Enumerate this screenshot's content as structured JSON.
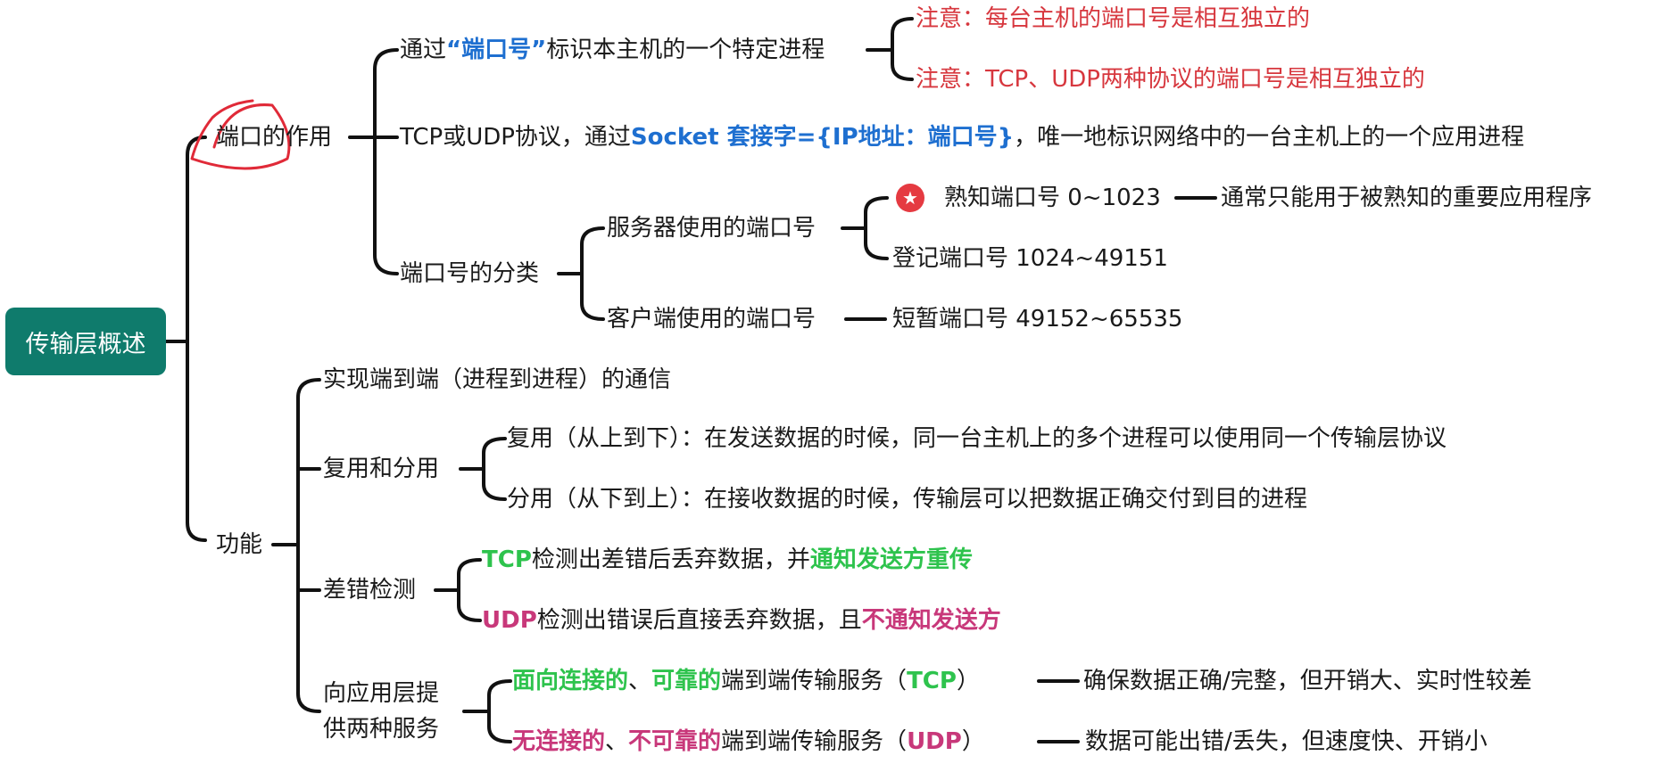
{
  "root": "传输层概述",
  "port": {
    "label": "端口的作用",
    "n1": {
      "pre": "通过",
      "q1": "“",
      "hl": "端口号",
      "q2": "”",
      "post": "标识本主机的一个特定进程",
      "note1": "注意：每台主机的端口号是相互独立的",
      "note2": "注意：TCP、UDP两种协议的端口号是相互独立的"
    },
    "n2": {
      "pre": "TCP或UDP协议，通过",
      "hl": "Socket 套接字={IP地址：端口号}",
      "post": "，唯一地标识网络中的一台主机上的一个应用进程"
    },
    "n3": {
      "label": "端口号的分类",
      "server": "服务器使用的端口号",
      "well_known": "熟知端口号 0~1023",
      "well_known_desc": "通常只能用于被熟知的重要应用程序",
      "registered": "登记端口号 1024~49151",
      "client": "客户端使用的端口号",
      "ephemeral": "短暂端口号 49152~65535"
    }
  },
  "func": {
    "label": "功能",
    "f1": "实现端到端（进程到进程）的通信",
    "f2": {
      "label": "复用和分用",
      "mux": "复用（从上到下）：在发送数据的时候，同一台主机上的多个进程可以使用同一个传输层协议",
      "demux": "分用（从下到上）：在接收数据的时候，传输层可以把数据正确交付到目的进程"
    },
    "f3": {
      "label": "差错检测",
      "tcp_a": "TCP",
      "tcp_b": "检测出差错后丢弃数据，并",
      "tcp_c": "通知发送方重传",
      "udp_a": "UDP",
      "udp_b": "检测出错误后直接丢弃数据，且",
      "udp_c": "不通知发送方"
    },
    "f4": {
      "label_l1": "向应用层提",
      "label_l2": "供两种服务",
      "tcp_a": "面向连接的",
      "tcp_sep": "、",
      "tcp_b": "可靠的",
      "tcp_c": "端到端传输服务（",
      "tcp_d": "TCP",
      "tcp_e": "）",
      "tcp_desc": "确保数据正确/完整，但开销大、实时性较差",
      "udp_a": "无连接的",
      "udp_sep": "、",
      "udp_b": "不可靠的",
      "udp_c": "端到端传输服务（",
      "udp_d": "UDP",
      "udp_e": "）",
      "udp_desc": "数据可能出错/丢失，但速度快、开销小"
    }
  },
  "colors": {
    "root": "#0f7b6c",
    "blue": "#1e6fd0",
    "green": "#2ec34d",
    "pink": "#c8387a",
    "red": "#d7373e",
    "star": "#e53a41"
  },
  "icons": {
    "star": "star-icon"
  }
}
